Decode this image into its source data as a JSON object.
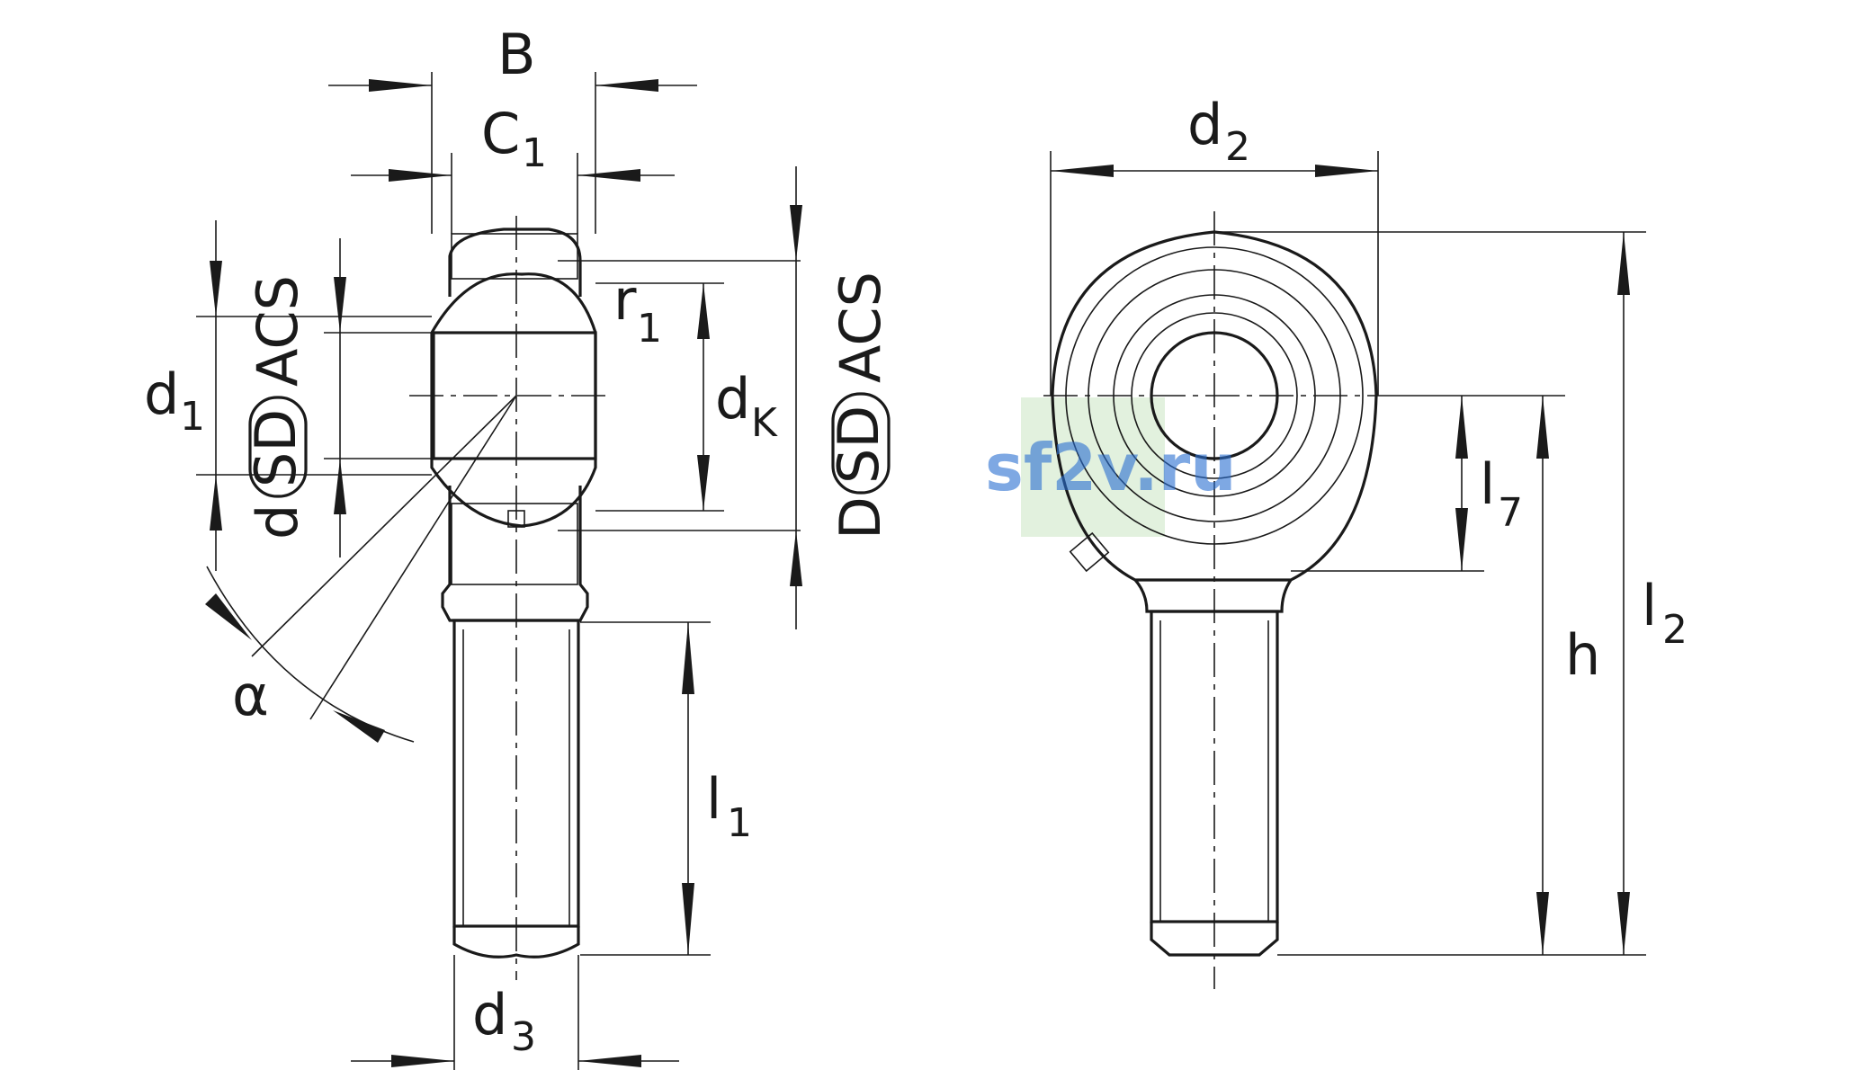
{
  "labels": {
    "B": "B",
    "C": "C",
    "C_sub": "1",
    "d1": "d",
    "d1_sub": "1",
    "d": "d",
    "dK": "d",
    "dK_sub": "K",
    "D": "D",
    "r1": "r",
    "r1_sub": "1",
    "alpha": "α",
    "l1": "l",
    "l1_sub": "1",
    "d3": "d",
    "d3_sub": "3",
    "d2": "d",
    "d2_sub": "2",
    "l7": "l",
    "l7_sub": "7",
    "h": "h",
    "l2": "l",
    "l2_sub": "2"
  },
  "badges": {
    "sd": "SD",
    "acs": "ACS"
  },
  "watermark": "sf2v.ru",
  "colors": {
    "line": "#1a1a1a",
    "watermark": "#2a6fd1",
    "watermark_bg": "#cfe8c8"
  }
}
